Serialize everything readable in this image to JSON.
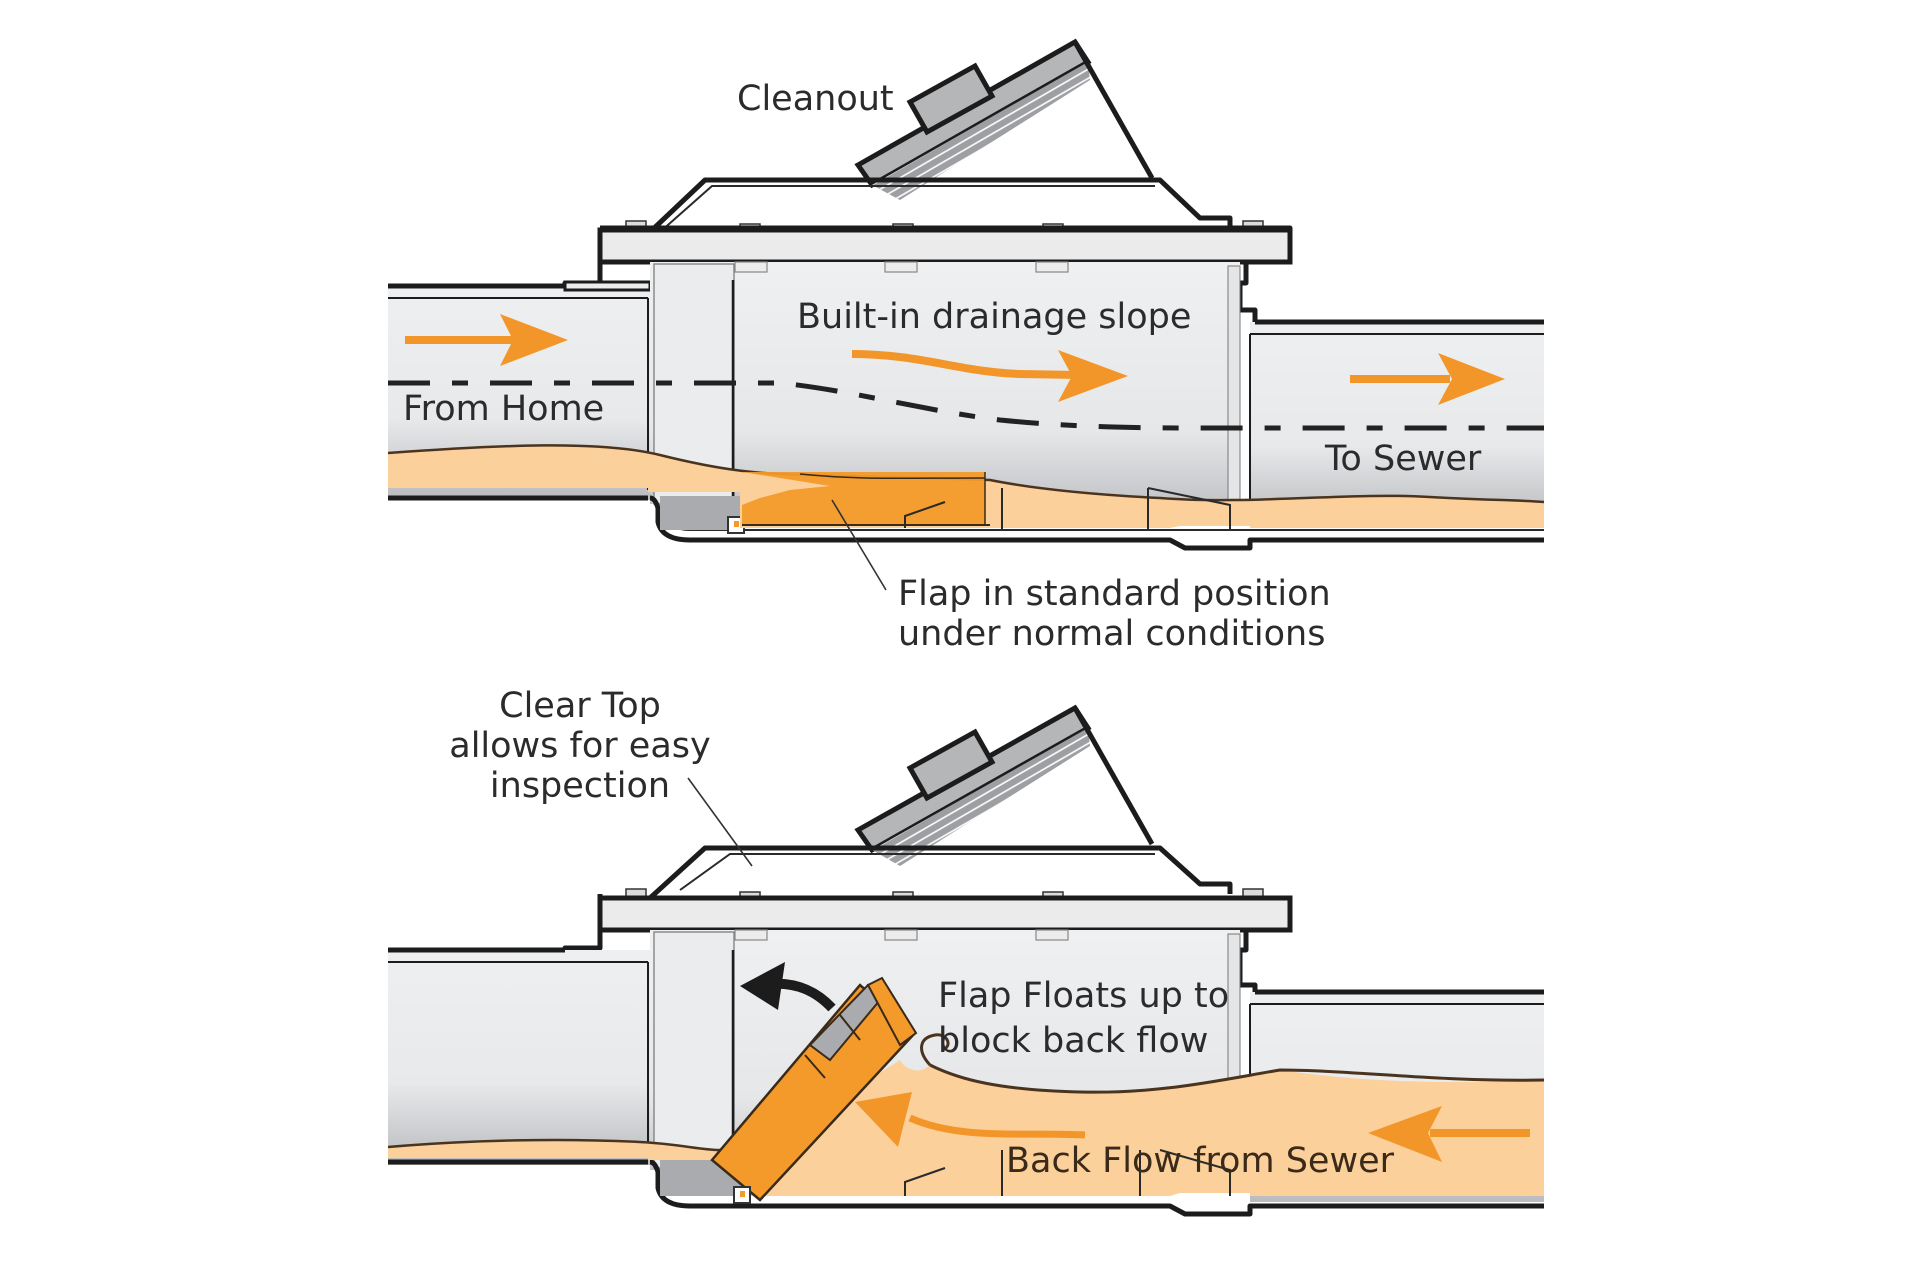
{
  "title": "Backwater valve operation diagram",
  "colors": {
    "water": "#fcd09a",
    "water_edge": "#4a3420",
    "flap": "#f39a2a",
    "arrow_orange": "#f3962a",
    "pipe_fill": "#e9eaec",
    "pipe_shadow": "#bfc1c4",
    "housing_grey": "#a9abae",
    "cap_grey": "#b5b6b8",
    "outline": "#1c1c1c",
    "arrow_black": "#1c1c1c"
  },
  "top_panel": {
    "name": "normal-conditions",
    "labels": {
      "cleanout": "Cleanout",
      "slope": "Built-in drainage slope",
      "from_home": "From Home",
      "to_sewer": "To Sewer",
      "flap_line1": "Flap in standard position",
      "flap_line2": "under normal conditions"
    },
    "arrows": [
      {
        "name": "inflow-arrow",
        "direction": "right",
        "color": "orange"
      },
      {
        "name": "slope-arrow",
        "direction": "right",
        "color": "orange"
      },
      {
        "name": "outflow-arrow",
        "direction": "right",
        "color": "orange"
      }
    ],
    "flap_state": "closed-flat"
  },
  "bottom_panel": {
    "name": "backflow-conditions",
    "labels": {
      "clear_top_line1": "Clear Top",
      "clear_top_line2": "allows for easy",
      "clear_top_line3": "inspection",
      "flap_floats_line1": "Flap Floats up to",
      "flap_floats_line2": "block back flow",
      "back_flow": "Back Flow from Sewer"
    },
    "arrows": [
      {
        "name": "flap-rotation-arrow",
        "direction": "up-left",
        "color": "black"
      },
      {
        "name": "backflow-curve-arrow",
        "direction": "left",
        "color": "orange"
      },
      {
        "name": "backflow-arrow",
        "direction": "left",
        "color": "orange"
      }
    ],
    "flap_state": "raised"
  }
}
